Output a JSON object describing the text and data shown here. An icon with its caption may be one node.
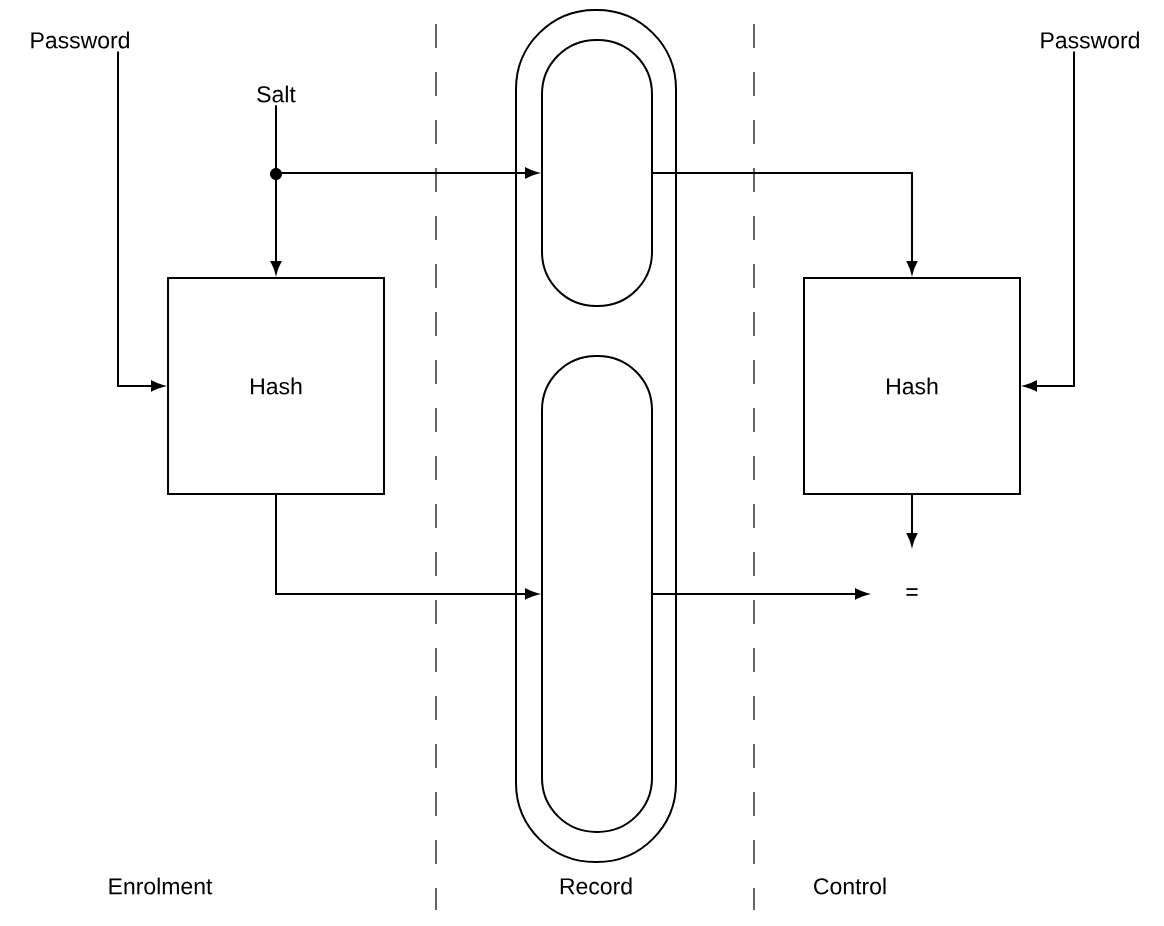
{
  "diagram": {
    "nodes": [
      {
        "text": [
          "Password"
        ]
      },
      {
        "text": [
          "Salt"
        ]
      },
      {
        "text": [
          "Hash"
        ]
      },
      {
        "text": [],
        "shape": "capsule"
      },
      {
        "text": [],
        "shape": "capsule",
        "in": 3
      },
      {
        "text": [],
        "shape": "capsule",
        "in": 3
      },
      {
        "text": [
          "Hash"
        ]
      },
      {
        "text": [
          "Password"
        ]
      },
      {
        "text": [
          "="
        ]
      }
    ],
    "edges": [
      {
        "from": 0,
        "to": 2,
        "arrow": "to"
      },
      {
        "from": 1,
        "to": 2,
        "arrow": "to"
      },
      {
        "from": 1,
        "to": 4,
        "arrow": "to"
      },
      {
        "from": 2,
        "to": 5,
        "arrow": "to"
      },
      {
        "from": 4,
        "to": 6,
        "arrow": "to"
      },
      {
        "from": 7,
        "to": 6,
        "arrow": "to"
      },
      {
        "from": 6,
        "to": 8,
        "arrow": "to"
      },
      {
        "from": 5,
        "to": 8,
        "arrow": "to"
      }
    ],
    "labels": [
      "Enrolment",
      "Record",
      "Control"
    ]
  }
}
